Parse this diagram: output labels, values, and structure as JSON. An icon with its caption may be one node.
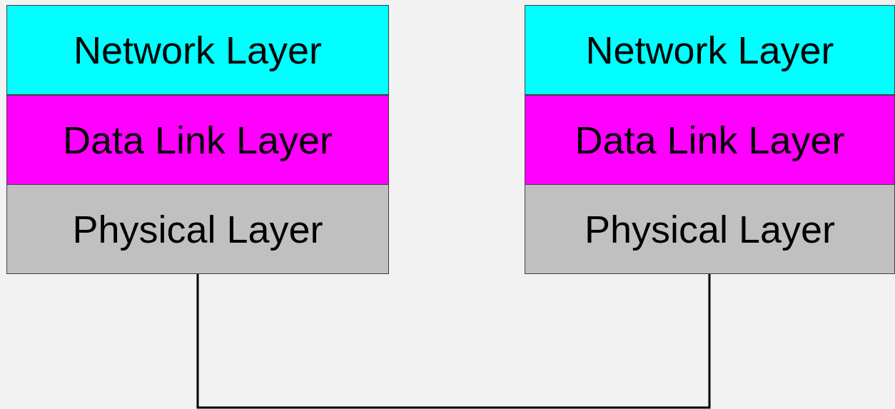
{
  "diagram": {
    "nodes": [
      {
        "text": [
          "Network Layer"
        ]
      },
      {
        "text": [
          "Data Link Layer"
        ]
      },
      {
        "text": [
          "Physical Layer"
        ]
      },
      {
        "text": [
          "Network Layer"
        ]
      },
      {
        "text": [
          "Data Link Layer"
        ]
      },
      {
        "text": [
          "Physical Layer"
        ]
      }
    ],
    "edges": [
      {
        "from": 2,
        "to": 5,
        "arrow": "none"
      }
    ]
  }
}
